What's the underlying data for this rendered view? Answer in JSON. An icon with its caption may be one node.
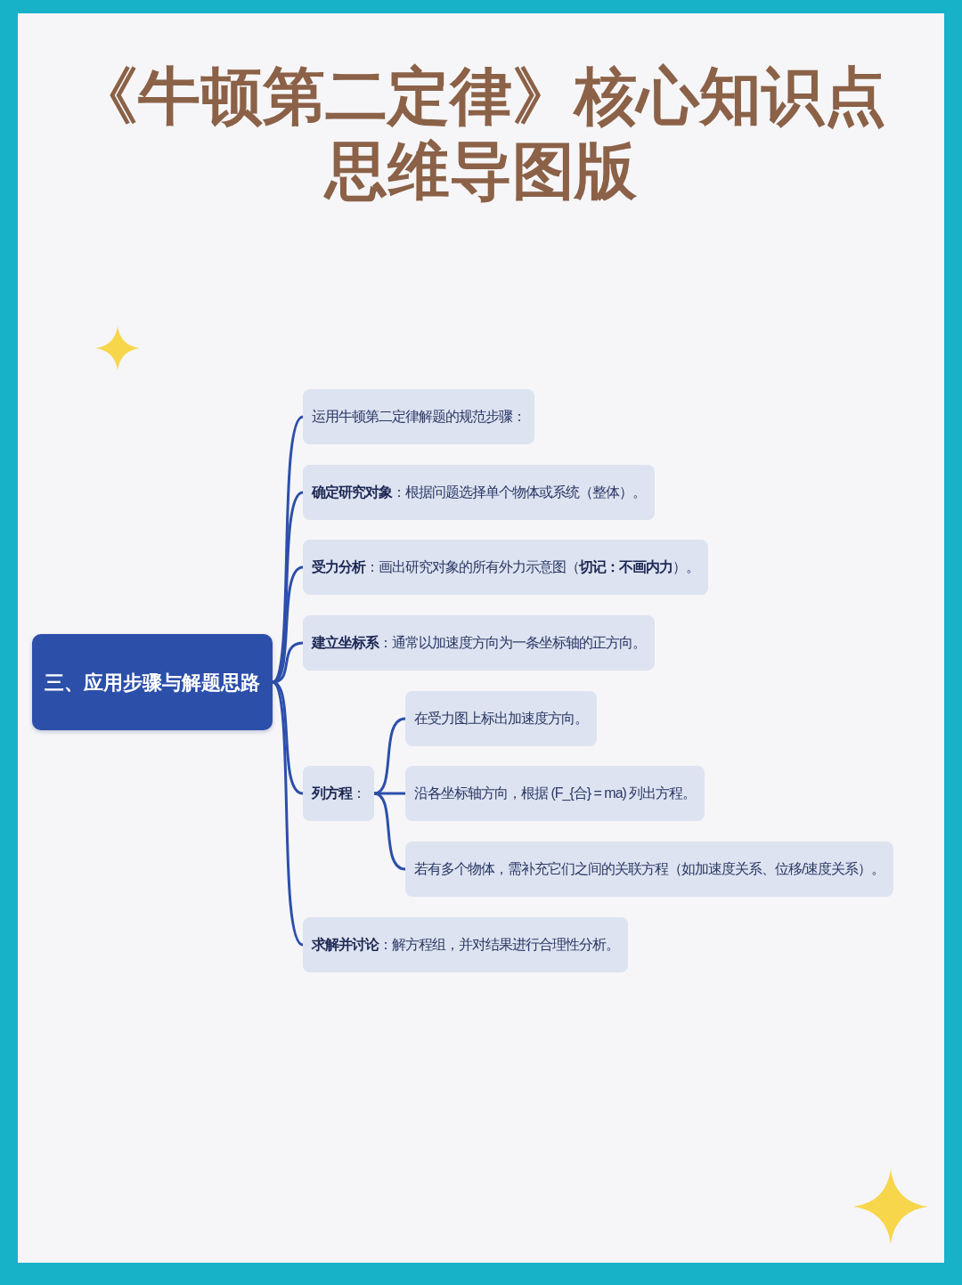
{
  "diagram": {
    "title": "《牛顿第二定律》核心知识点思维导图版",
    "nodes": [
      {
        "text": [
          "三、应用步骤与解题思路"
        ]
      },
      {
        "text": [
          "运用牛顿第二定律解题的规范步骤："
        ]
      },
      {
        "text": [
          "**确定研究对象**：根据问题选择单个物体或系统（整体）。"
        ]
      },
      {
        "text": [
          "**受力分析**：画出研究对象的所有外力示意图（**切记：不画内力**）。"
        ]
      },
      {
        "text": [
          "**建立坐标系**：通常以加速度方向为一条坐标轴的正方向。"
        ]
      },
      {
        "text": [
          "**列方程**："
        ]
      },
      {
        "text": [
          "在受力图上标出加速度方向。"
        ]
      },
      {
        "text": [
          "沿各坐标轴方向，根据 (F_{合} = ma) 列出方程。"
        ]
      },
      {
        "text": [
          "若有多个物体，需补充它们之间的关联方程（如加速度关系、位移/速度关系）。"
        ]
      },
      {
        "text": [
          "**求解并讨论**：解方程组，并对结果进行合理性分析。"
        ]
      }
    ],
    "edges": [
      {
        "from": 0,
        "to": 1,
        "arrow": "none"
      },
      {
        "from": 0,
        "to": 2,
        "arrow": "none"
      },
      {
        "from": 0,
        "to": 3,
        "arrow": "none"
      },
      {
        "from": 0,
        "to": 4,
        "arrow": "none"
      },
      {
        "from": 0,
        "to": 5,
        "arrow": "none"
      },
      {
        "from": 0,
        "to": 9,
        "arrow": "none"
      },
      {
        "from": 5,
        "to": 6,
        "arrow": "none"
      },
      {
        "from": 5,
        "to": 7,
        "arrow": "none"
      },
      {
        "from": 5,
        "to": 8,
        "arrow": "none"
      }
    ]
  }
}
